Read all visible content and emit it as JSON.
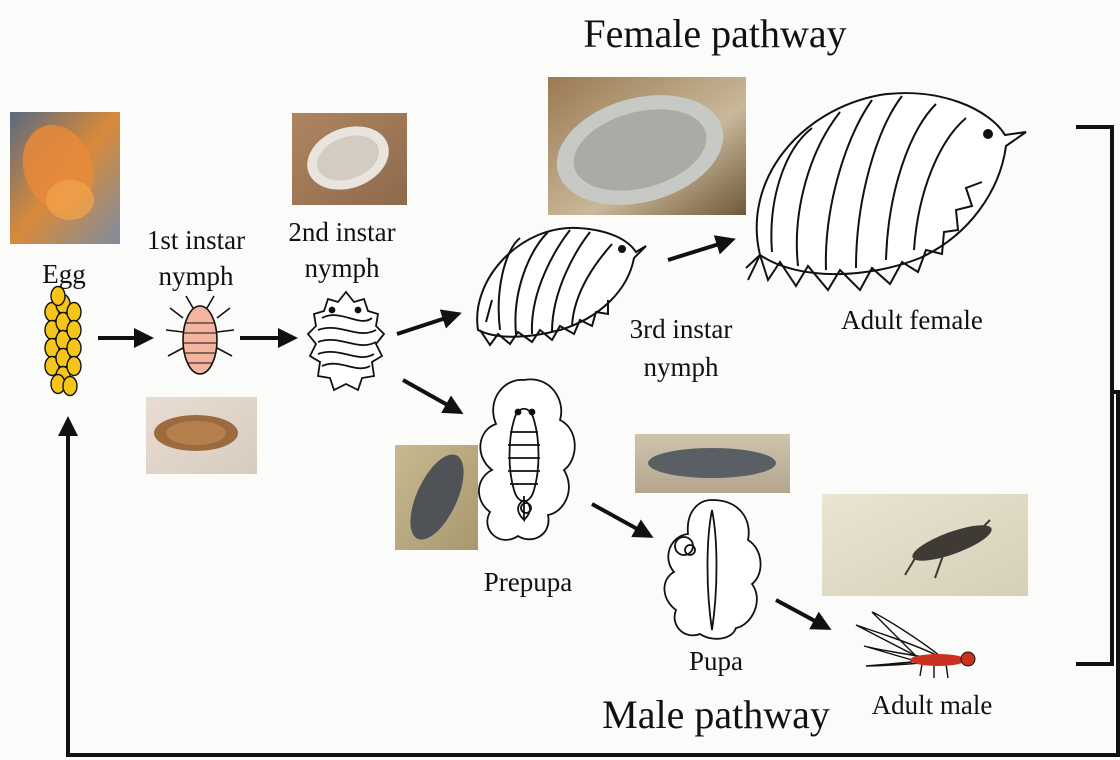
{
  "headings": {
    "female_pathway": "Female pathway",
    "male_pathway": "Male pathway"
  },
  "stages": {
    "egg": "Egg",
    "first_instar_line1": "1st instar",
    "first_instar_line2": "nymph",
    "second_instar_line1": "2nd instar",
    "second_instar_line2": "nymph",
    "third_instar_line1": "3rd instar",
    "third_instar_line2": "nymph",
    "adult_female": "Adult female",
    "prepupa": "Prepupa",
    "pupa": "Pupa",
    "adult_male": "Adult male"
  },
  "colors": {
    "egg_fill": "#f5c518",
    "nymph_fill": "#f4b5a0",
    "male_body": "#c8321e",
    "line": "#111111"
  }
}
